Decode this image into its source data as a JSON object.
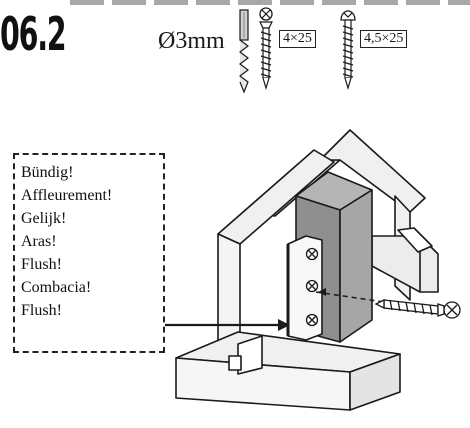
{
  "step_number": "06.2",
  "fittings": {
    "drill_label": "Ø3mm",
    "screw_a_label": "4×25",
    "screw_b_label": "4,5×25",
    "drill_icon": "drill-bit-icon",
    "screw_a_icon": "cross-head-screw-icon",
    "screw_b_icon": "round-head-screw-icon"
  },
  "callout": {
    "labels": [
      "Bündig!",
      "Affleurement!",
      "Gelijk!",
      "Aras!",
      "Flush!",
      "Combacia!",
      "Flush!"
    ]
  },
  "colors": {
    "panel": "#f0f0f0",
    "post": "#8f8f8f",
    "line": "#1a1a1a",
    "header_dash": "#a8a8a8"
  }
}
